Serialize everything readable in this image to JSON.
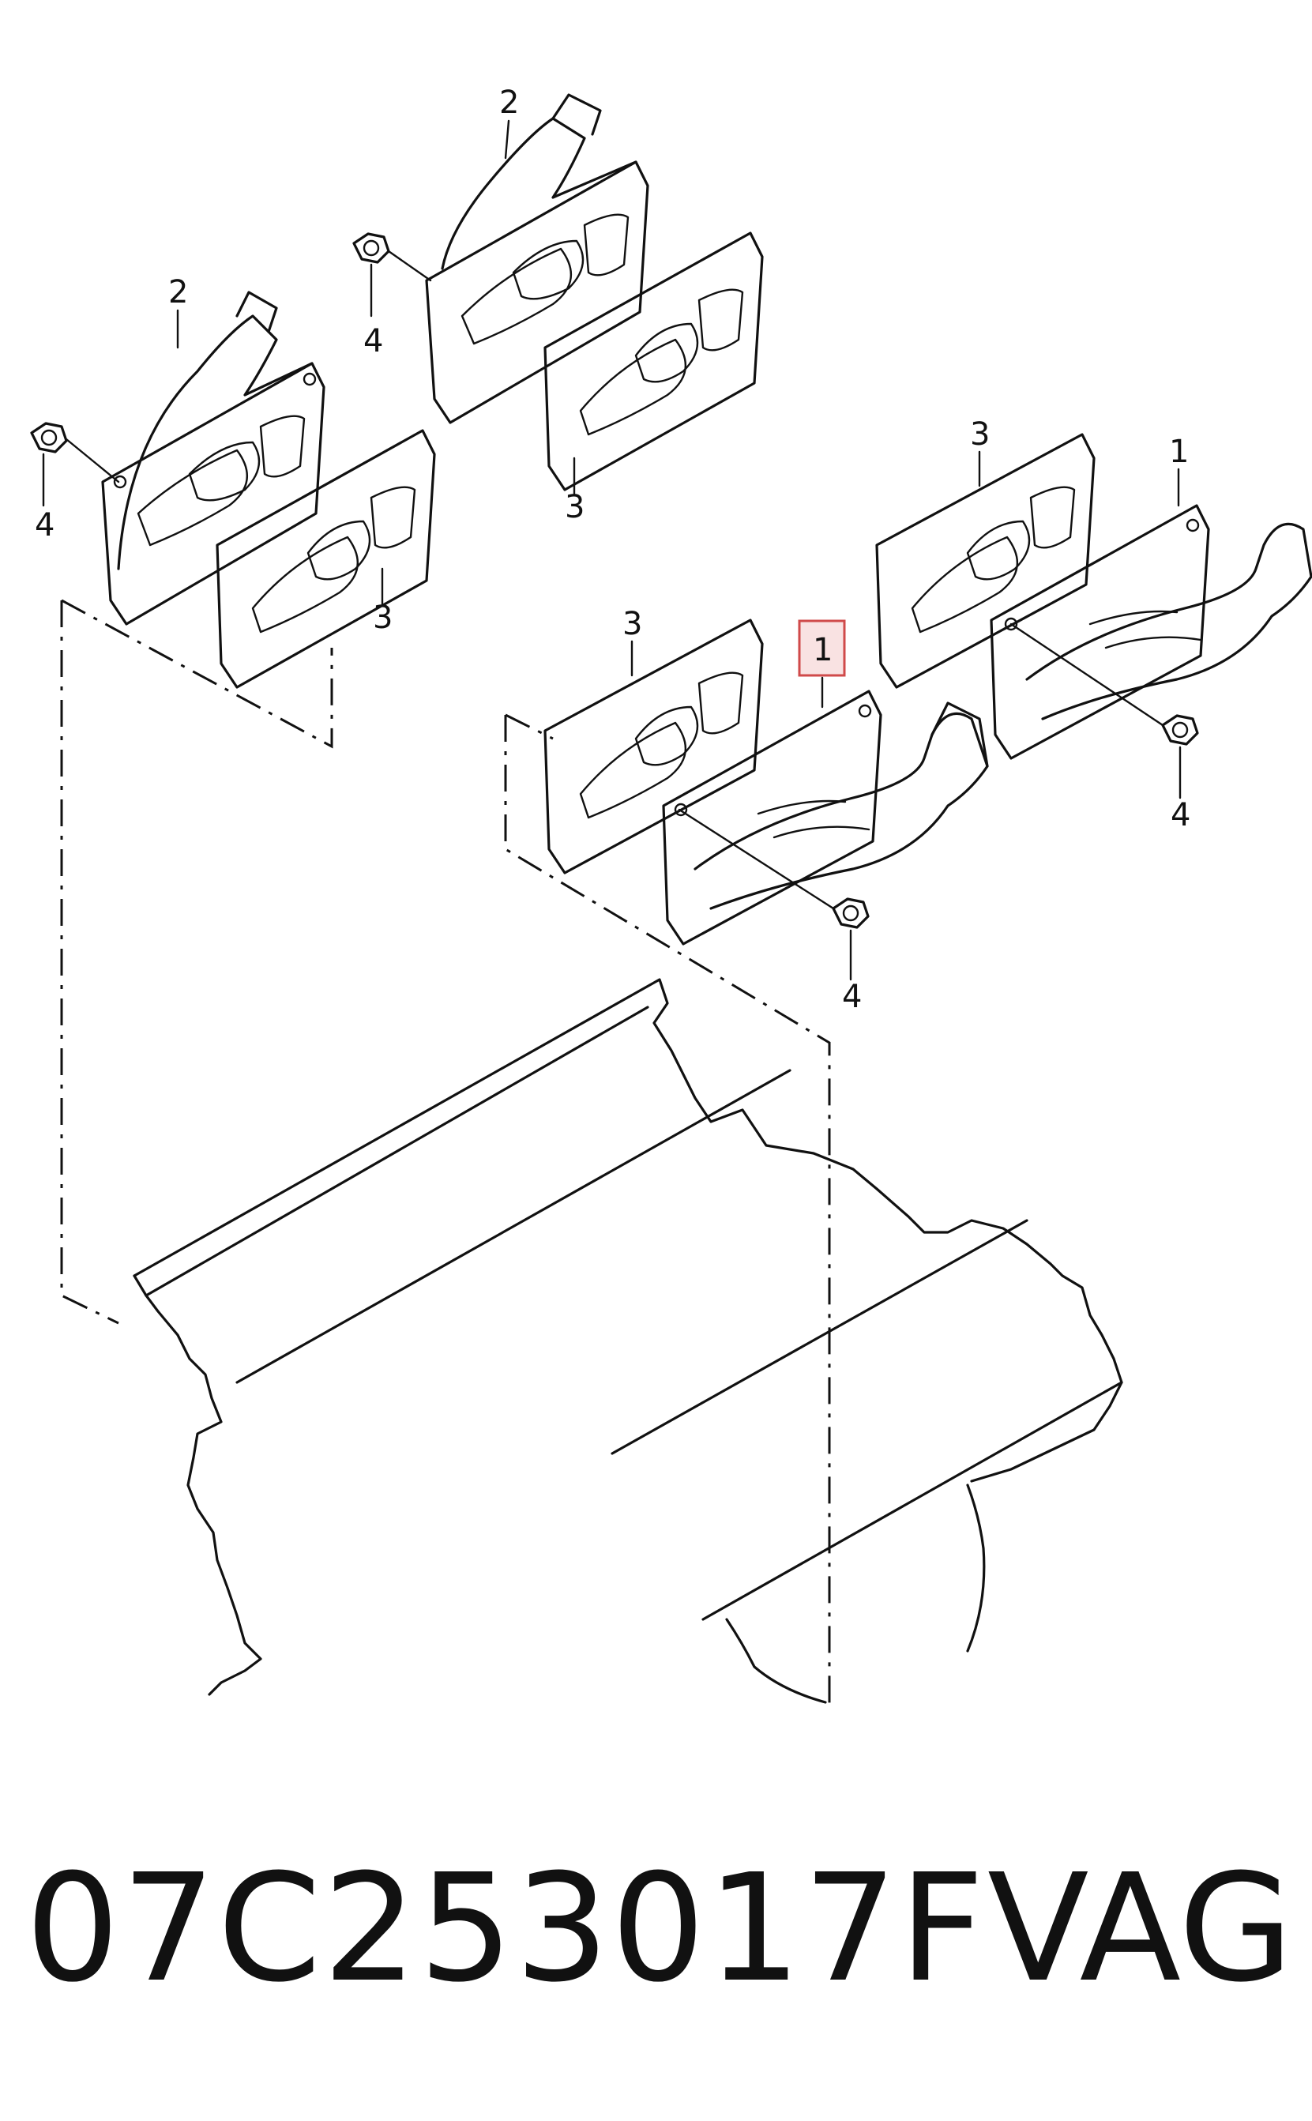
{
  "callouts": [
    {
      "label": "2"
    },
    {
      "label": "2"
    },
    {
      "label": "4"
    },
    {
      "label": "4"
    },
    {
      "label": "3"
    },
    {
      "label": "3"
    },
    {
      "label": "3"
    },
    {
      "label": "3"
    },
    {
      "label": "1"
    },
    {
      "label": "1"
    },
    {
      "label": "4"
    },
    {
      "label": "4"
    }
  ],
  "caption": {
    "part_number": "07C253017F",
    "brand": "VAG"
  },
  "highlight": {
    "color": "#d04a4a",
    "target_label": "1"
  }
}
